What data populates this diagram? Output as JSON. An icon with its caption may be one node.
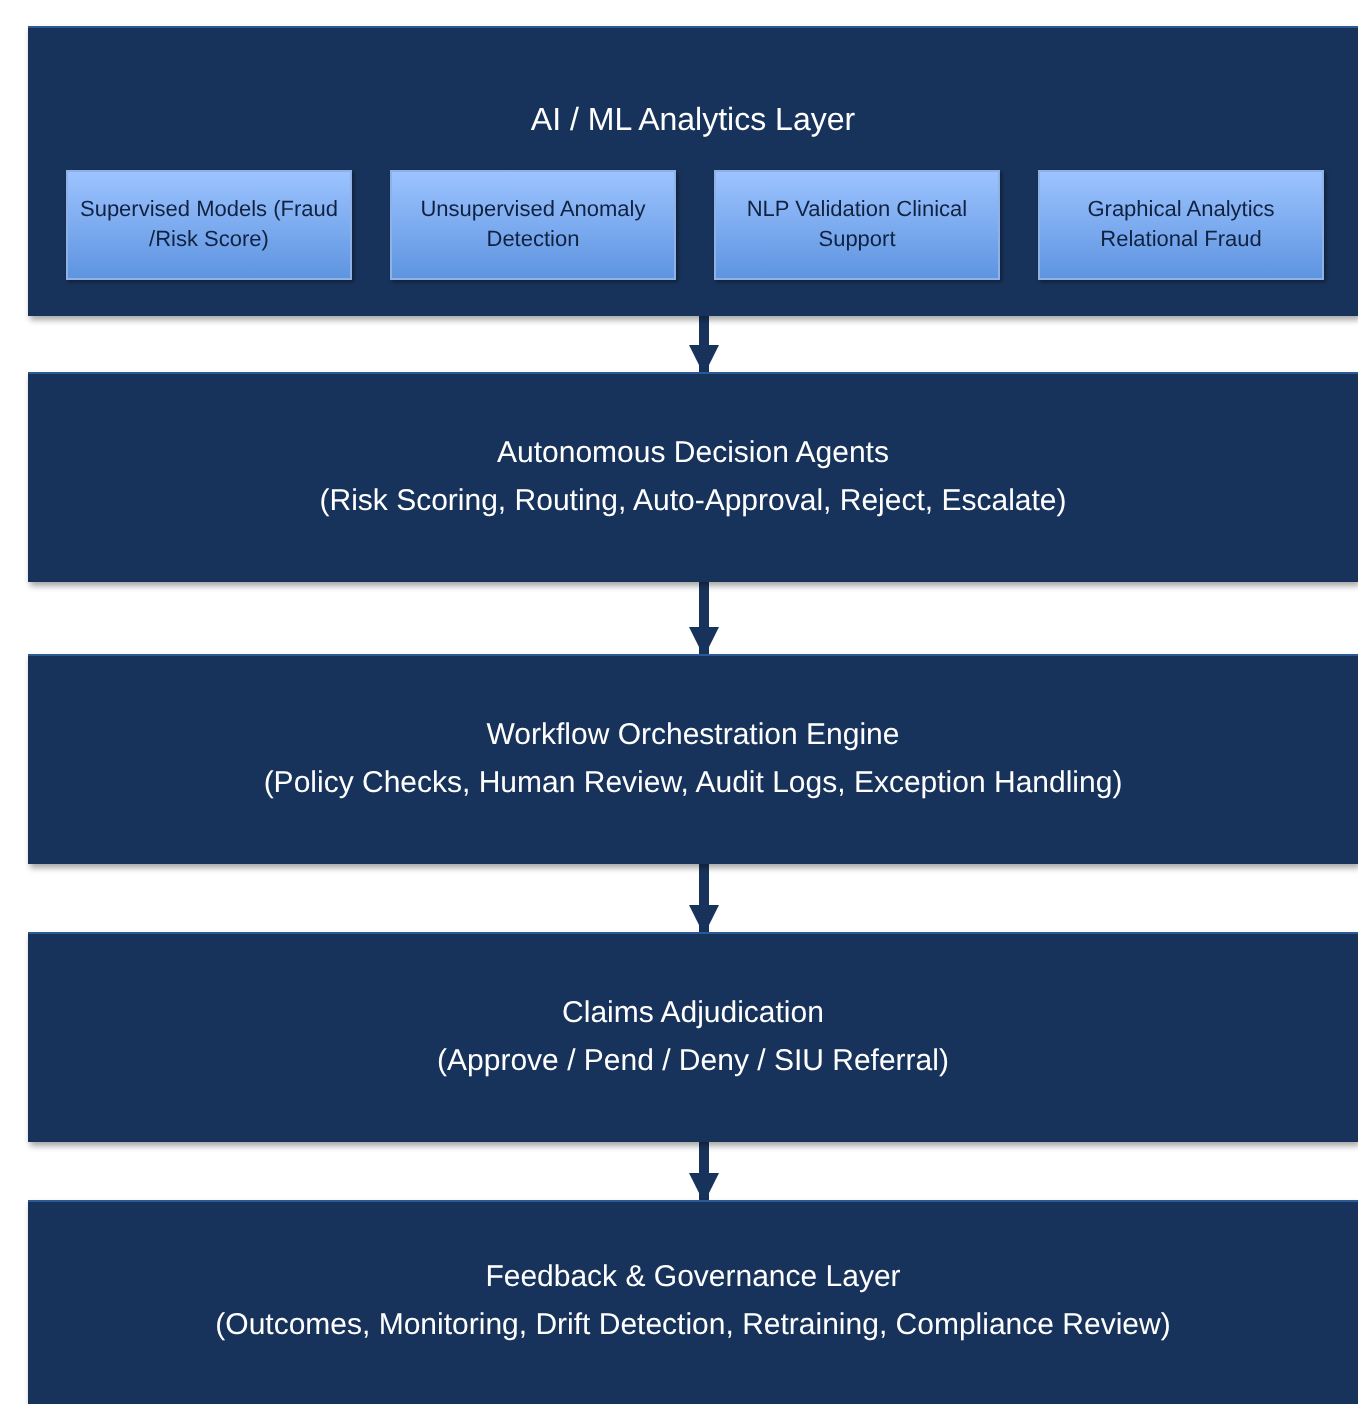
{
  "diagram": {
    "nodes": [
      {
        "text": [
          "AI / ML Analytics Layer"
        ]
      },
      {
        "text": [
          "Supervised Models (Fraud /Risk Score)"
        ],
        "in": 0
      },
      {
        "text": [
          "Unsupervised Anomaly Detection"
        ],
        "in": 0
      },
      {
        "text": [
          "NLP Validation Clinical Support"
        ],
        "in": 0
      },
      {
        "text": [
          "Graphical Analytics Relational Fraud"
        ],
        "in": 0
      },
      {
        "text": [
          "Autonomous Decision Agents",
          "(Risk Scoring, Routing, Auto-Approval, Reject, Escalate)"
        ]
      },
      {
        "text": [
          "Workflow Orchestration Engine",
          "(Policy Checks, Human Review, Audit Logs, Exception Handling)"
        ]
      },
      {
        "text": [
          "Claims Adjudication",
          "(Approve / Pend / Deny / SIU Referral)"
        ]
      },
      {
        "text": [
          "Feedback & Governance Layer",
          "(Outcomes, Monitoring, Drift Detection, Retraining, Compliance Review)"
        ]
      }
    ],
    "edges": [
      {
        "from": 0,
        "to": 5,
        "arrow": "to"
      },
      {
        "from": 5,
        "to": 6,
        "arrow": "to"
      },
      {
        "from": 6,
        "to": 7,
        "arrow": "to"
      },
      {
        "from": 7,
        "to": 8,
        "arrow": "to"
      }
    ]
  }
}
